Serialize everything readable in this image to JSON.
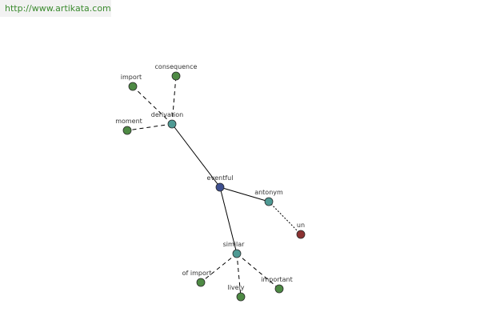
{
  "site": {
    "url": "http://www.artikata.com"
  },
  "colors": {
    "center": "#3d4f8f",
    "relation": "#4f9a94",
    "word": "#4e8a44",
    "antonym_word": "#8b3232",
    "edge": "#000000"
  },
  "graph": {
    "nodes": [
      {
        "id": "eventful",
        "label": "eventful",
        "kind": "center"
      },
      {
        "id": "derivation",
        "label": "derivation",
        "kind": "relation"
      },
      {
        "id": "antonym",
        "label": "antonym",
        "kind": "relation"
      },
      {
        "id": "similar",
        "label": "similar",
        "kind": "relation"
      },
      {
        "id": "import",
        "label": "import",
        "kind": "word"
      },
      {
        "id": "consequence",
        "label": "consequence",
        "kind": "word"
      },
      {
        "id": "moment",
        "label": "moment",
        "kind": "word"
      },
      {
        "id": "un",
        "label": "un",
        "kind": "antonym_word"
      },
      {
        "id": "of-import",
        "label": "of import",
        "kind": "word"
      },
      {
        "id": "lively",
        "label": "lively",
        "kind": "word"
      },
      {
        "id": "important",
        "label": "important",
        "kind": "word"
      }
    ],
    "edges": [
      {
        "from": "eventful",
        "to": "derivation",
        "style": "solid"
      },
      {
        "from": "eventful",
        "to": "antonym",
        "style": "solid"
      },
      {
        "from": "eventful",
        "to": "similar",
        "style": "solid"
      },
      {
        "from": "derivation",
        "to": "import",
        "style": "dashed"
      },
      {
        "from": "derivation",
        "to": "consequence",
        "style": "dashed"
      },
      {
        "from": "derivation",
        "to": "moment",
        "style": "dashed"
      },
      {
        "from": "antonym",
        "to": "un",
        "style": "dotted"
      },
      {
        "from": "similar",
        "to": "of-import",
        "style": "dashed"
      },
      {
        "from": "similar",
        "to": "lively",
        "style": "dashed"
      },
      {
        "from": "similar",
        "to": "important",
        "style": "dashed"
      }
    ]
  }
}
